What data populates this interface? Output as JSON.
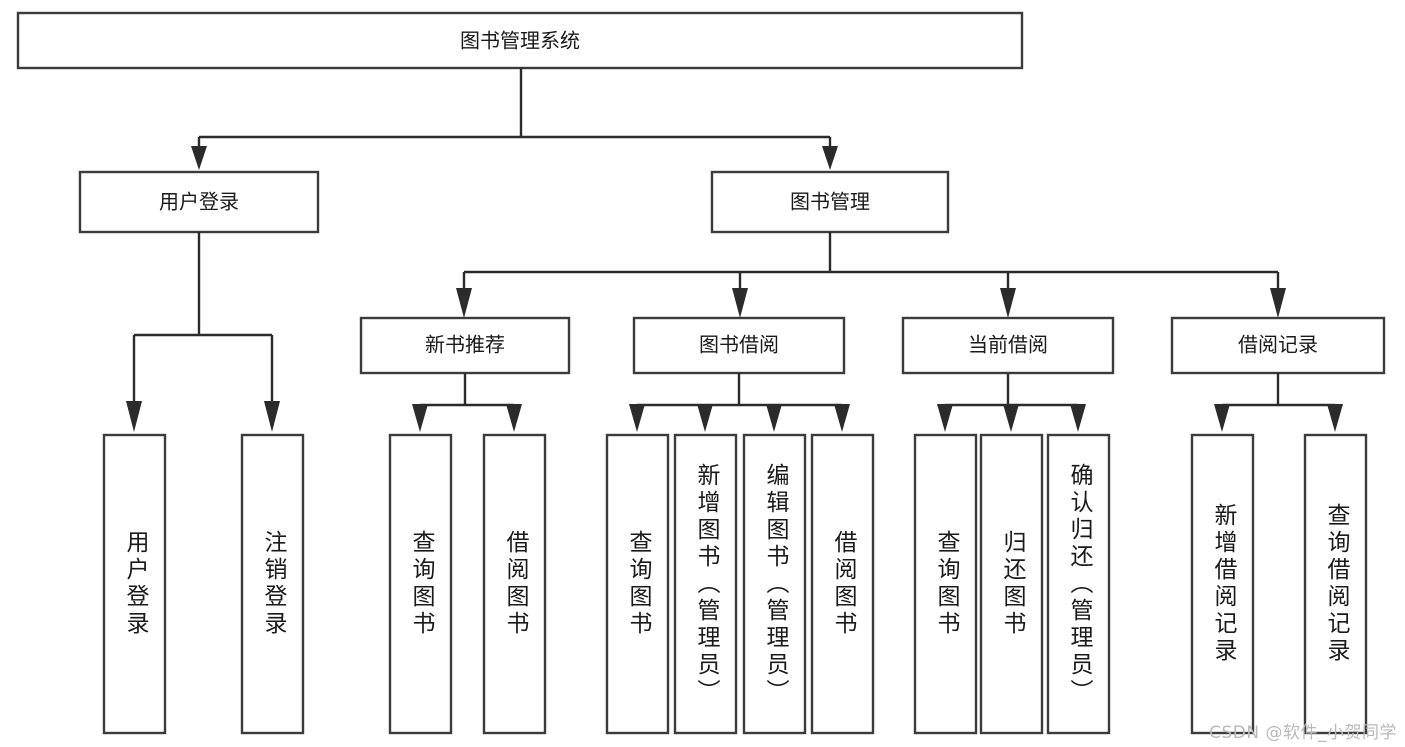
{
  "diagram": {
    "type": "tree",
    "title_node": {
      "label": "图书管理系统"
    },
    "level2": [
      {
        "label": "用户登录"
      },
      {
        "label": "图书管理"
      }
    ],
    "level3": [
      {
        "label": "新书推荐"
      },
      {
        "label": "图书借阅"
      },
      {
        "label": "当前借阅"
      },
      {
        "label": "借阅记录"
      }
    ],
    "leaves": {
      "user_login": [
        {
          "label": "用户登录"
        },
        {
          "label": "注销登录"
        }
      ],
      "new_book_recommend": [
        {
          "label": "查询图书"
        },
        {
          "label": "借阅图书"
        }
      ],
      "book_borrow": [
        {
          "label": "查询图书"
        },
        {
          "label": "新增图书（管理员）"
        },
        {
          "label": "编辑图书（管理员）"
        },
        {
          "label": "借阅图书"
        }
      ],
      "current_borrow": [
        {
          "label": "查询图书"
        },
        {
          "label": "归还图书"
        },
        {
          "label": "确认归还（管理员）"
        }
      ],
      "borrow_record": [
        {
          "label": "新增借阅记录"
        },
        {
          "label": "查询借阅记录"
        }
      ]
    }
  },
  "watermark": {
    "text": "CSDN @软件_小贺同学"
  },
  "colors": {
    "box_stroke": "#3b3b3b",
    "connector": "#2b2b2b",
    "text": "#1a1a1a",
    "background": "#ffffff",
    "watermark": "#b9b9b9"
  }
}
